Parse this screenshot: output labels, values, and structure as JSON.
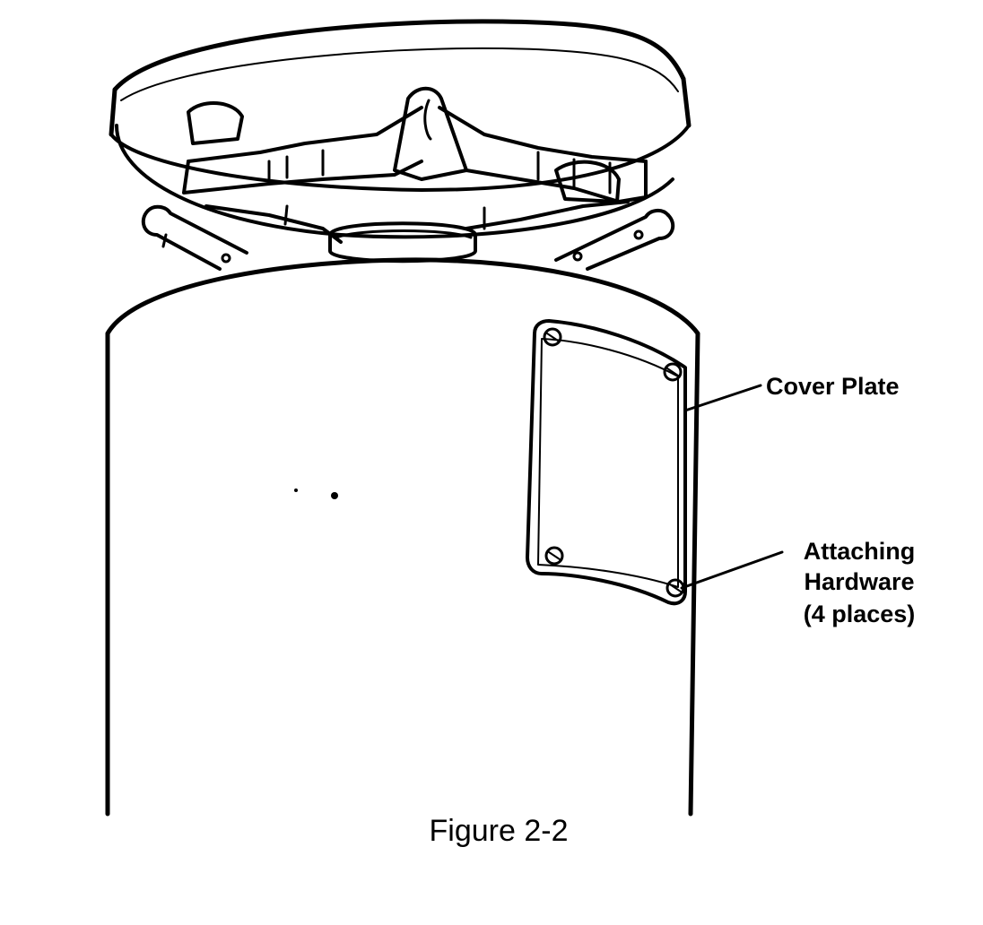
{
  "callouts": {
    "cover_plate": "Cover Plate",
    "attaching_hardware_line1": "Attaching",
    "attaching_hardware_line2": "Hardware",
    "attaching_hardware_line3": "(4 places)"
  },
  "caption": "Figure 2-2",
  "colors": {
    "ink": "#000000",
    "paper": "#ffffff"
  }
}
